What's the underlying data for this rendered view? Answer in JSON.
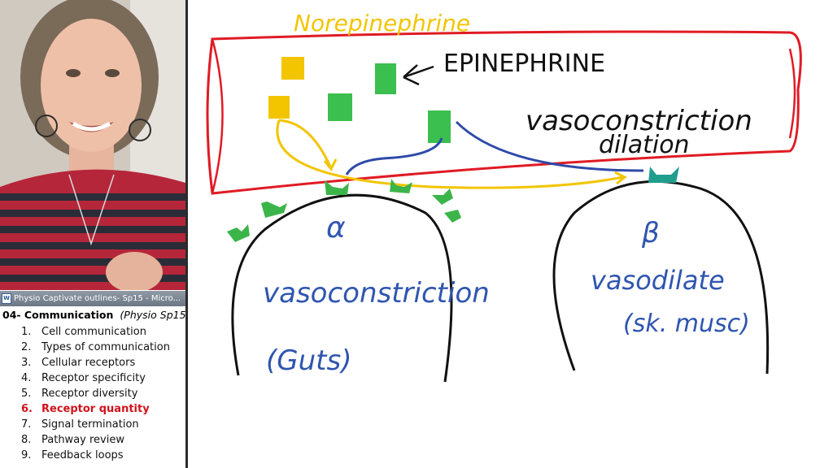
{
  "window": {
    "title": "Physio Captivate outlines- Sp15 - Micro..."
  },
  "outline": {
    "heading_main": "04- Communication",
    "heading_sub": "(Physio Sp15)",
    "items": [
      {
        "num": "1.",
        "label": "Cell communication"
      },
      {
        "num": "2.",
        "label": "Types of communication"
      },
      {
        "num": "3.",
        "label": "Cellular receptors"
      },
      {
        "num": "4.",
        "label": "Receptor specificity"
      },
      {
        "num": "5.",
        "label": "Receptor diversity"
      },
      {
        "num": "6.",
        "label": "Receptor quantity",
        "active": true
      },
      {
        "num": "7.",
        "label": "Signal termination"
      },
      {
        "num": "8.",
        "label": "Pathway review"
      },
      {
        "num": "9.",
        "label": "Feedback loops"
      }
    ]
  },
  "whiteboard": {
    "norepinephrine": "Norepinephrine",
    "epinephrine": "EPINEPHRINE",
    "vasoconstriction_top": "vasoconstriction",
    "dilation": "dilation",
    "alpha_symbol": "α",
    "alpha_effect": "vasoconstriction",
    "alpha_tissue": "(Guts)",
    "beta_symbol": "β",
    "beta_effect": "vasodilate",
    "beta_tissue": "(sk. musc)"
  },
  "colors": {
    "vessel": "#e01b24",
    "norepinephrine": "#f2c500",
    "epinephrine": "#3bbf4f",
    "receptor_alpha": "#3bb54a",
    "receptor_beta": "#1f9e8e",
    "arrow_blue": "#2f4aa8",
    "handwriting_blue": "#2f55b0",
    "active_item": "#d0131b"
  }
}
